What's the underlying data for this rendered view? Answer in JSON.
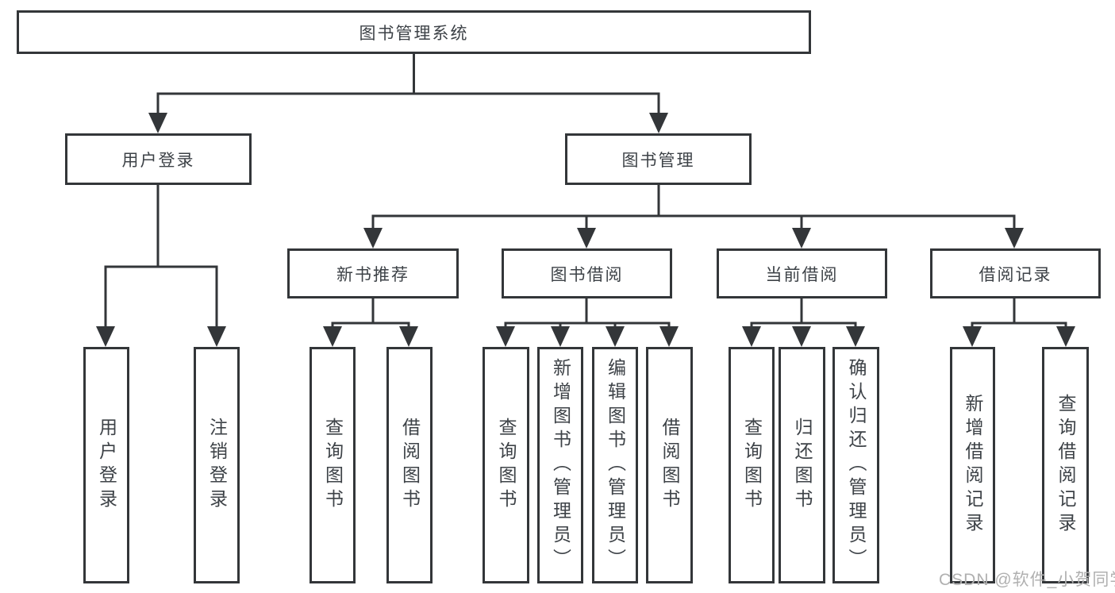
{
  "diagram_type": "hierarchy-chart",
  "colors": {
    "line": "#333639",
    "box_border": "#333639",
    "box_fill": "#ffffff",
    "text": "#3d4247",
    "watermark": "#b0b0b0",
    "background": "#ffffff"
  },
  "tree": {
    "label": "图书管理系统",
    "children": [
      {
        "label": "用户登录",
        "children": [
          {
            "label": "用户登录"
          },
          {
            "label": "注销登录"
          }
        ]
      },
      {
        "label": "图书管理",
        "children": [
          {
            "label": "新书推荐",
            "children": [
              {
                "label": "查询图书"
              },
              {
                "label": "借阅图书"
              }
            ]
          },
          {
            "label": "图书借阅",
            "children": [
              {
                "label": "查询图书"
              },
              {
                "label": "新增图书（管理员）"
              },
              {
                "label": "编辑图书（管理员）"
              },
              {
                "label": "借阅图书"
              }
            ]
          },
          {
            "label": "当前借阅",
            "children": [
              {
                "label": "查询图书"
              },
              {
                "label": "归还图书"
              },
              {
                "label": "确认归还（管理员）"
              }
            ]
          },
          {
            "label": "借阅记录",
            "children": [
              {
                "label": "新增借阅记录"
              },
              {
                "label": "查询借阅记录"
              }
            ]
          }
        ]
      }
    ]
  },
  "watermark": "CSDN @软件_小贺同学"
}
